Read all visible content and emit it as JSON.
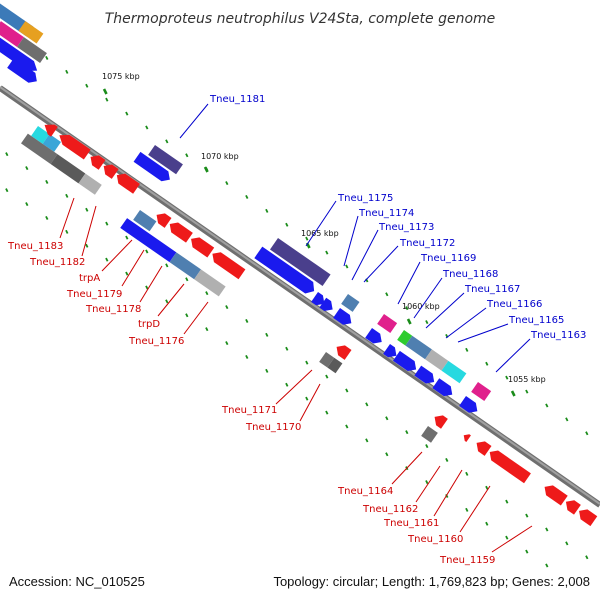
{
  "title": "Thermoproteus neutrophilus V24Sta, complete genome",
  "footer": {
    "accession": "Accession: NC_010525",
    "summary": "Topology: circular; Length: 1,769,823 bp; Genes: 2,008"
  },
  "colors": {
    "backbone": "#8c8c8c",
    "tick": "#1a8c1a",
    "forward_label": "#0000cc",
    "reverse_label": "#cc0000"
  },
  "scale_labels": [
    "1075 kbp",
    "1070 kbp",
    "1065 kbp",
    "1060 kbp",
    "1055 kbp"
  ],
  "forward_genes": [
    "Tneu_1181",
    "Tneu_1175",
    "Tneu_1174",
    "Tneu_1173",
    "Tneu_1172",
    "Tneu_1169",
    "Tneu_1168",
    "Tneu_1167",
    "Tneu_1166",
    "Tneu_1165",
    "Tneu_1163"
  ],
  "reverse_genes": [
    "Tneu_1183",
    "Tneu_1182",
    "trpA",
    "Tneu_1179",
    "Tneu_1178",
    "trpD",
    "Tneu_1176",
    "Tneu_1171",
    "Tneu_1170",
    "Tneu_1164",
    "Tneu_1162",
    "Tneu_1161",
    "Tneu_1160",
    "Tneu_1159"
  ]
}
